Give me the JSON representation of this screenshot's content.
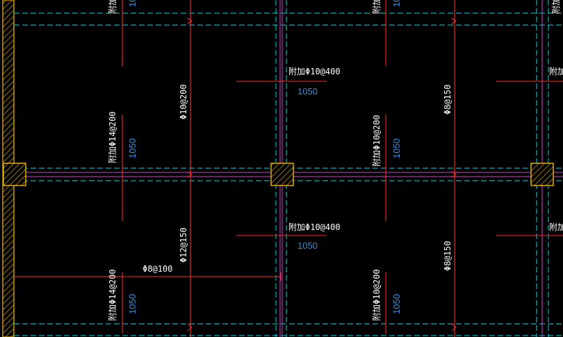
{
  "colors": {
    "background": "#000000",
    "rebar_red": "#ff2a2a",
    "axis_cyan": "#00d8e8",
    "column_yellow": "#e0b000",
    "wall_yellow": "#c99a00",
    "text_white": "#ffffff",
    "text_blue": "#3a8fd9",
    "beam_magenta": "#d040d0"
  },
  "labels": {
    "add_top_a": "附加Φ10@400",
    "len_top_a": "1050",
    "add_mid_a": "附加Φ10@400",
    "len_mid_a": "1050",
    "vert_left_top": "附加Φ14@200",
    "vert_left_top_len": "1050",
    "vert_left_bot": "附加Φ14@200",
    "vert_left_bot_len": "1050",
    "vert_mid_top": "附加Φ10@200",
    "vert_mid_top_len": "1050",
    "vert_mid_bot": "附加Φ10@200",
    "vert_mid_bot_len": "1050",
    "bar_x1_top": "Φ10@200",
    "bar_x1_bot": "Φ12@150",
    "bar_x2_top": "Φ8@150",
    "bar_x2_bot": "Φ8@150",
    "bar_horiz": "Φ8@100",
    "cut_right_top": "附加",
    "cut_right_top_len": "10",
    "cut_right_mid": "附加",
    "cut_right_bot": "附加",
    "cut_left_top": "附加",
    "cut_left_top_len": "10"
  }
}
